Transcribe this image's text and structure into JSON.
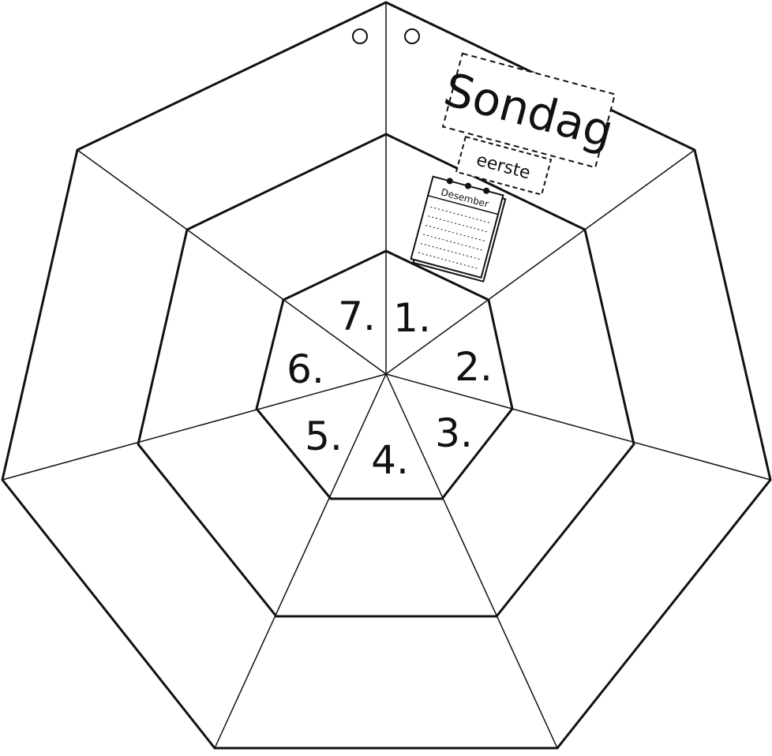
{
  "labels": {
    "day": "Sondag",
    "ordinal": "eerste",
    "month": "Desember"
  },
  "segments": [
    "1.",
    "2.",
    "3.",
    "4.",
    "5.",
    "6.",
    "7."
  ],
  "icons": {
    "holes": "punch-hole-icon",
    "calendar": "calendar-icon"
  },
  "colors": {
    "line": "#111111",
    "background": "#ffffff"
  }
}
